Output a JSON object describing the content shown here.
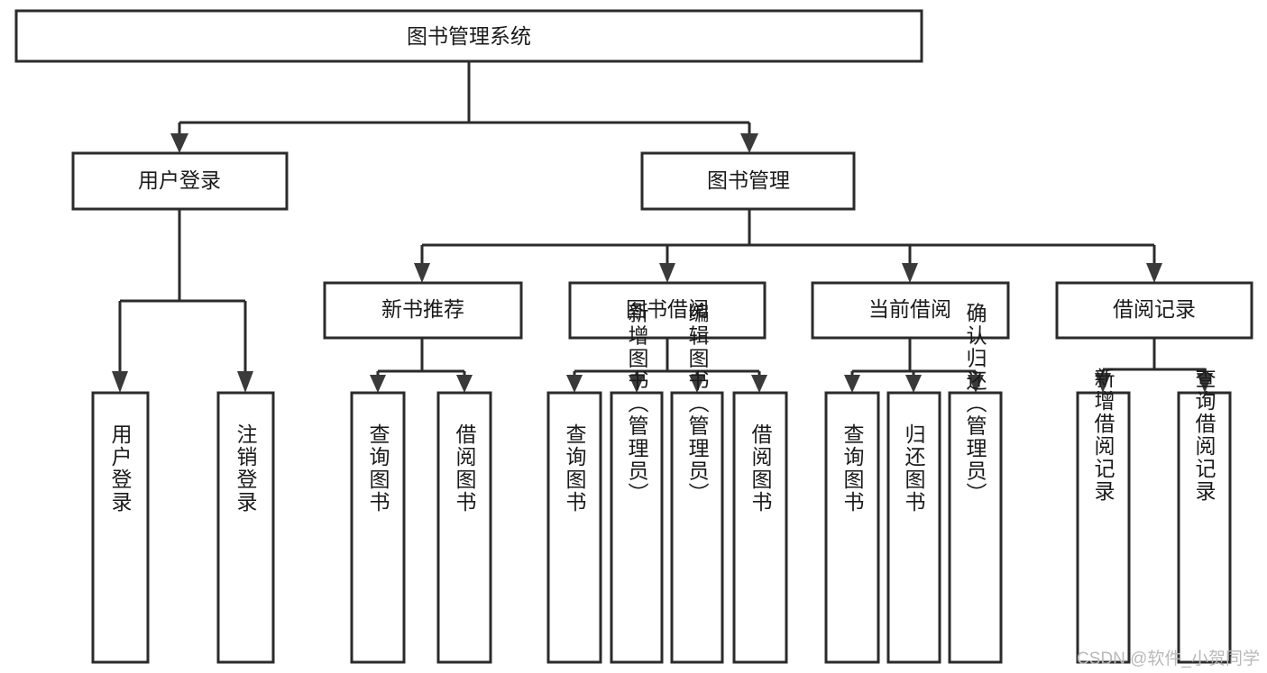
{
  "diagram": {
    "title": "图书管理系统",
    "type": "tree-hierarchy",
    "watermark": "CSDN @软件_小贺同学",
    "colors": {
      "stroke": "#2b2b2b",
      "fill": "#ffffff",
      "text": "#1a1a1a",
      "arrow": "#3a3a3a",
      "watermark": "#b9b9b9"
    },
    "levels": {
      "root": {
        "label": "图书管理系统"
      },
      "level2": [
        {
          "id": "user-login",
          "label": "用户登录"
        },
        {
          "id": "book-management",
          "label": "图书管理"
        }
      ],
      "level3": [
        {
          "id": "new-book-recommend",
          "label": "新书推荐",
          "parent": "book-management"
        },
        {
          "id": "book-borrow",
          "label": "图书借阅",
          "parent": "book-management"
        },
        {
          "id": "current-borrow",
          "label": "当前借阅",
          "parent": "book-management"
        },
        {
          "id": "borrow-record",
          "label": "借阅记录",
          "parent": "book-management"
        }
      ],
      "leaves": [
        {
          "id": "leaf-user-login",
          "label": "用户登录",
          "parent": "user-login"
        },
        {
          "id": "leaf-logout",
          "label": "注销登录",
          "parent": "user-login"
        },
        {
          "id": "leaf-query-book-1",
          "label": "查询图书",
          "parent": "new-book-recommend"
        },
        {
          "id": "leaf-borrow-book-1",
          "label": "借阅图书",
          "parent": "new-book-recommend"
        },
        {
          "id": "leaf-query-book-2",
          "label": "查询图书",
          "parent": "book-borrow"
        },
        {
          "id": "leaf-add-book",
          "label": "新增图书（管理员）",
          "parent": "book-borrow"
        },
        {
          "id": "leaf-edit-book",
          "label": "编辑图书（管理员）",
          "parent": "book-borrow"
        },
        {
          "id": "leaf-borrow-book-2",
          "label": "借阅图书",
          "parent": "book-borrow"
        },
        {
          "id": "leaf-query-book-3",
          "label": "查询图书",
          "parent": "current-borrow"
        },
        {
          "id": "leaf-return-book",
          "label": "归还图书",
          "parent": "current-borrow"
        },
        {
          "id": "leaf-confirm-return",
          "label": "确认归还（管理员）",
          "parent": "current-borrow"
        },
        {
          "id": "leaf-add-record",
          "label": "新增借阅记录",
          "parent": "borrow-record"
        },
        {
          "id": "leaf-query-record",
          "label": "查询借阅记录",
          "parent": "borrow-record"
        }
      ]
    }
  }
}
